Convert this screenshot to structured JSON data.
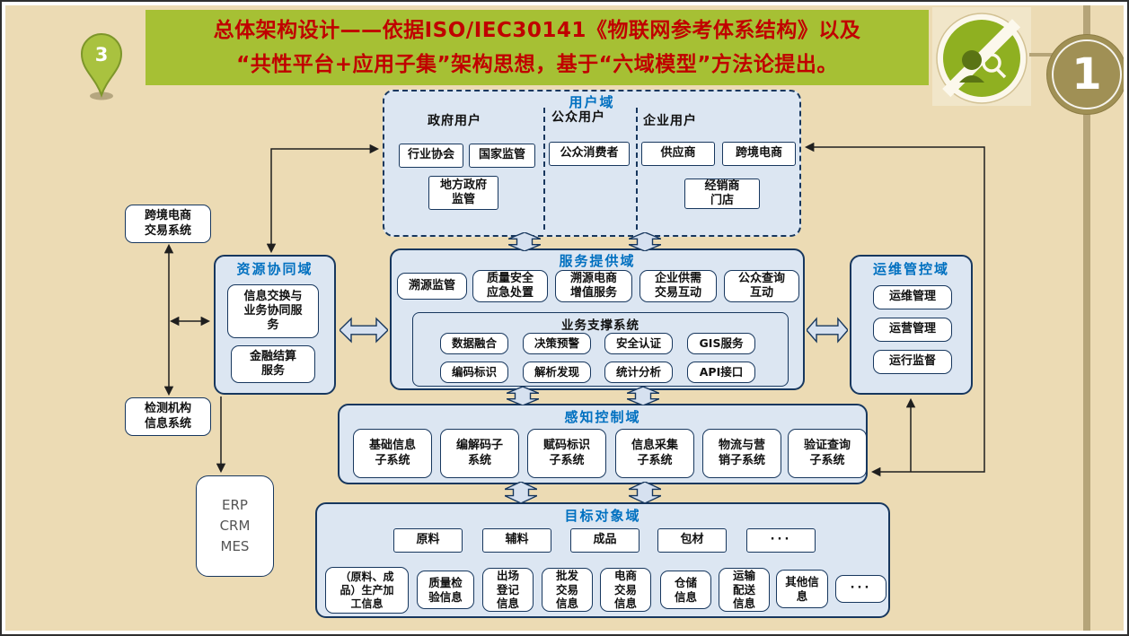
{
  "slide": {
    "badge_number": "3",
    "page_number": "1",
    "title": {
      "line1": "总体架构设计——依据ISO/IEC30141《物联网参考体系结构》以及",
      "line2": "“共性平台+应用子集”架构思想，基于“六域模型”方法论提出。"
    }
  },
  "colors": {
    "banner_green": "#a6c034",
    "title_red": "#c00000",
    "domain_fill": "#dce6f2",
    "domain_border": "#17375e",
    "domain_title_blue": "#0070c0",
    "background_tan": "#ecdbb4",
    "badge_olive": "#a09055"
  },
  "icons": {
    "pin_badge": "map-pin",
    "privacy_badge": "no-face-privacy"
  },
  "domains": {
    "user": {
      "title": "用户域",
      "groups": [
        {
          "label": "政府用户",
          "items": [
            "行业协会",
            "国家监管",
            "地方政府\n监管"
          ]
        },
        {
          "label": "公众用户",
          "items": [
            "公众消费者"
          ]
        },
        {
          "label": "企业用户",
          "items": [
            "供应商",
            "跨境电商",
            "经销商\n门店"
          ]
        }
      ]
    },
    "service": {
      "title": "服务提供域",
      "items": [
        "溯源监管",
        "质量安全\n应急处置",
        "溯源电商\n增值服务",
        "企业供需\n交易互动",
        "公众查询\n互动"
      ],
      "support": {
        "title": "业务支撑系统",
        "row1": [
          "数据融合",
          "决策预警",
          "安全认证",
          "GIS服务"
        ],
        "row2": [
          "编码标识",
          "解析发现",
          "统计分析",
          "API接口"
        ]
      }
    },
    "perception": {
      "title": "感知控制域",
      "items": [
        "基础信息\n子系统",
        "编解码子\n系统",
        "赋码标识\n子系统",
        "信息采集\n子系统",
        "物流与营\n销子系统",
        "验证查询\n子系统"
      ]
    },
    "target": {
      "title": "目标对象域",
      "row1": [
        "原料",
        "辅料",
        "成品",
        "包材",
        "···"
      ],
      "row2": [
        "（原料、成\n品）生产加\n工信息",
        "质量检\n验信息",
        "出场\n登记\n信息",
        "批发\n交易\n信息",
        "电商\n交易\n信息",
        "仓储\n信息",
        "运输\n配送\n信息",
        "其他信\n息",
        "···"
      ]
    },
    "resource": {
      "title": "资源协同域",
      "items": [
        "信息交换与\n业务协同服\n务",
        "金融结算\n服务"
      ]
    },
    "ops": {
      "title": "运维管控域",
      "items": [
        "运维管理",
        "运营管理",
        "运行监督"
      ]
    }
  },
  "side_systems": {
    "cross_border": "跨境电商\n交易系统",
    "testing": "检测机构\n信息系统",
    "erp": "ERP\nCRM\nMES"
  }
}
